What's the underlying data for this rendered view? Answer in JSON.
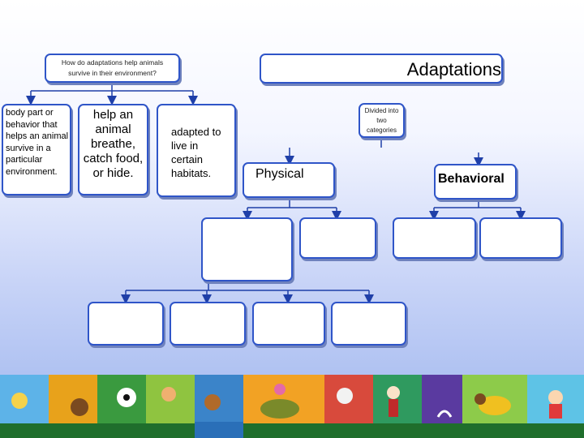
{
  "question_box": {
    "text": "How do adaptations help animals survive in their environment?"
  },
  "title_box": {
    "text": "Adaptations"
  },
  "definition_box": {
    "text": "body part or behavior that helps an animal survive in a particular environment."
  },
  "purpose_box": {
    "text": "help an animal breathe, catch food, or hide."
  },
  "habitat_box": {
    "text": "adapted to live in certain habitats."
  },
  "categories_box": {
    "text": "Divided into two categories"
  },
  "physical_box": {
    "text": "Physical"
  },
  "behavioral_box": {
    "text": "Behavioral"
  },
  "colors": {
    "box_border": "#2f55c8",
    "connector": "#1f3fa8"
  }
}
